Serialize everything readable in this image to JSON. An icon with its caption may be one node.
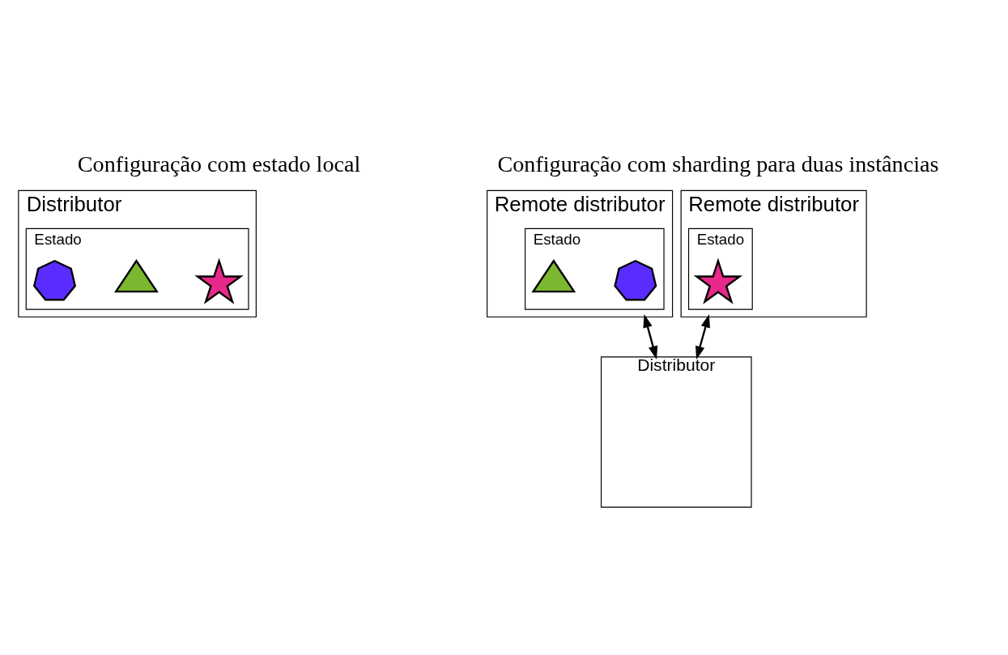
{
  "diagram": {
    "nodes": [
      {
        "text": [
          "Distributor"
        ]
      },
      {
        "text": [
          "Estado"
        ],
        "in": 0
      },
      {
        "text": [],
        "shape": "star",
        "in": 1
      },
      {
        "text": [],
        "shape": "triangle",
        "in": 1
      },
      {
        "text": [],
        "shape": "flower",
        "in": 1
      },
      {
        "text": [
          "Remote distributor"
        ]
      },
      {
        "text": [
          "Estado"
        ],
        "in": 5
      },
      {
        "text": [],
        "shape": "star",
        "in": 6
      },
      {
        "text": [
          "Remote distributor"
        ]
      },
      {
        "text": [
          "Estado"
        ],
        "in": 8
      },
      {
        "text": [],
        "shape": "flower",
        "in": 9
      },
      {
        "text": [],
        "shape": "triangle",
        "in": 9
      },
      {
        "text": [
          "Distributor"
        ]
      }
    ],
    "edges": [
      {
        "from": 5,
        "to": 12,
        "arrow": "both"
      },
      {
        "from": 8,
        "to": 12,
        "arrow": "both"
      }
    ],
    "labels": [
      "Configuração com estado local",
      "Configuração com sharding para duas instâncias"
    ]
  }
}
